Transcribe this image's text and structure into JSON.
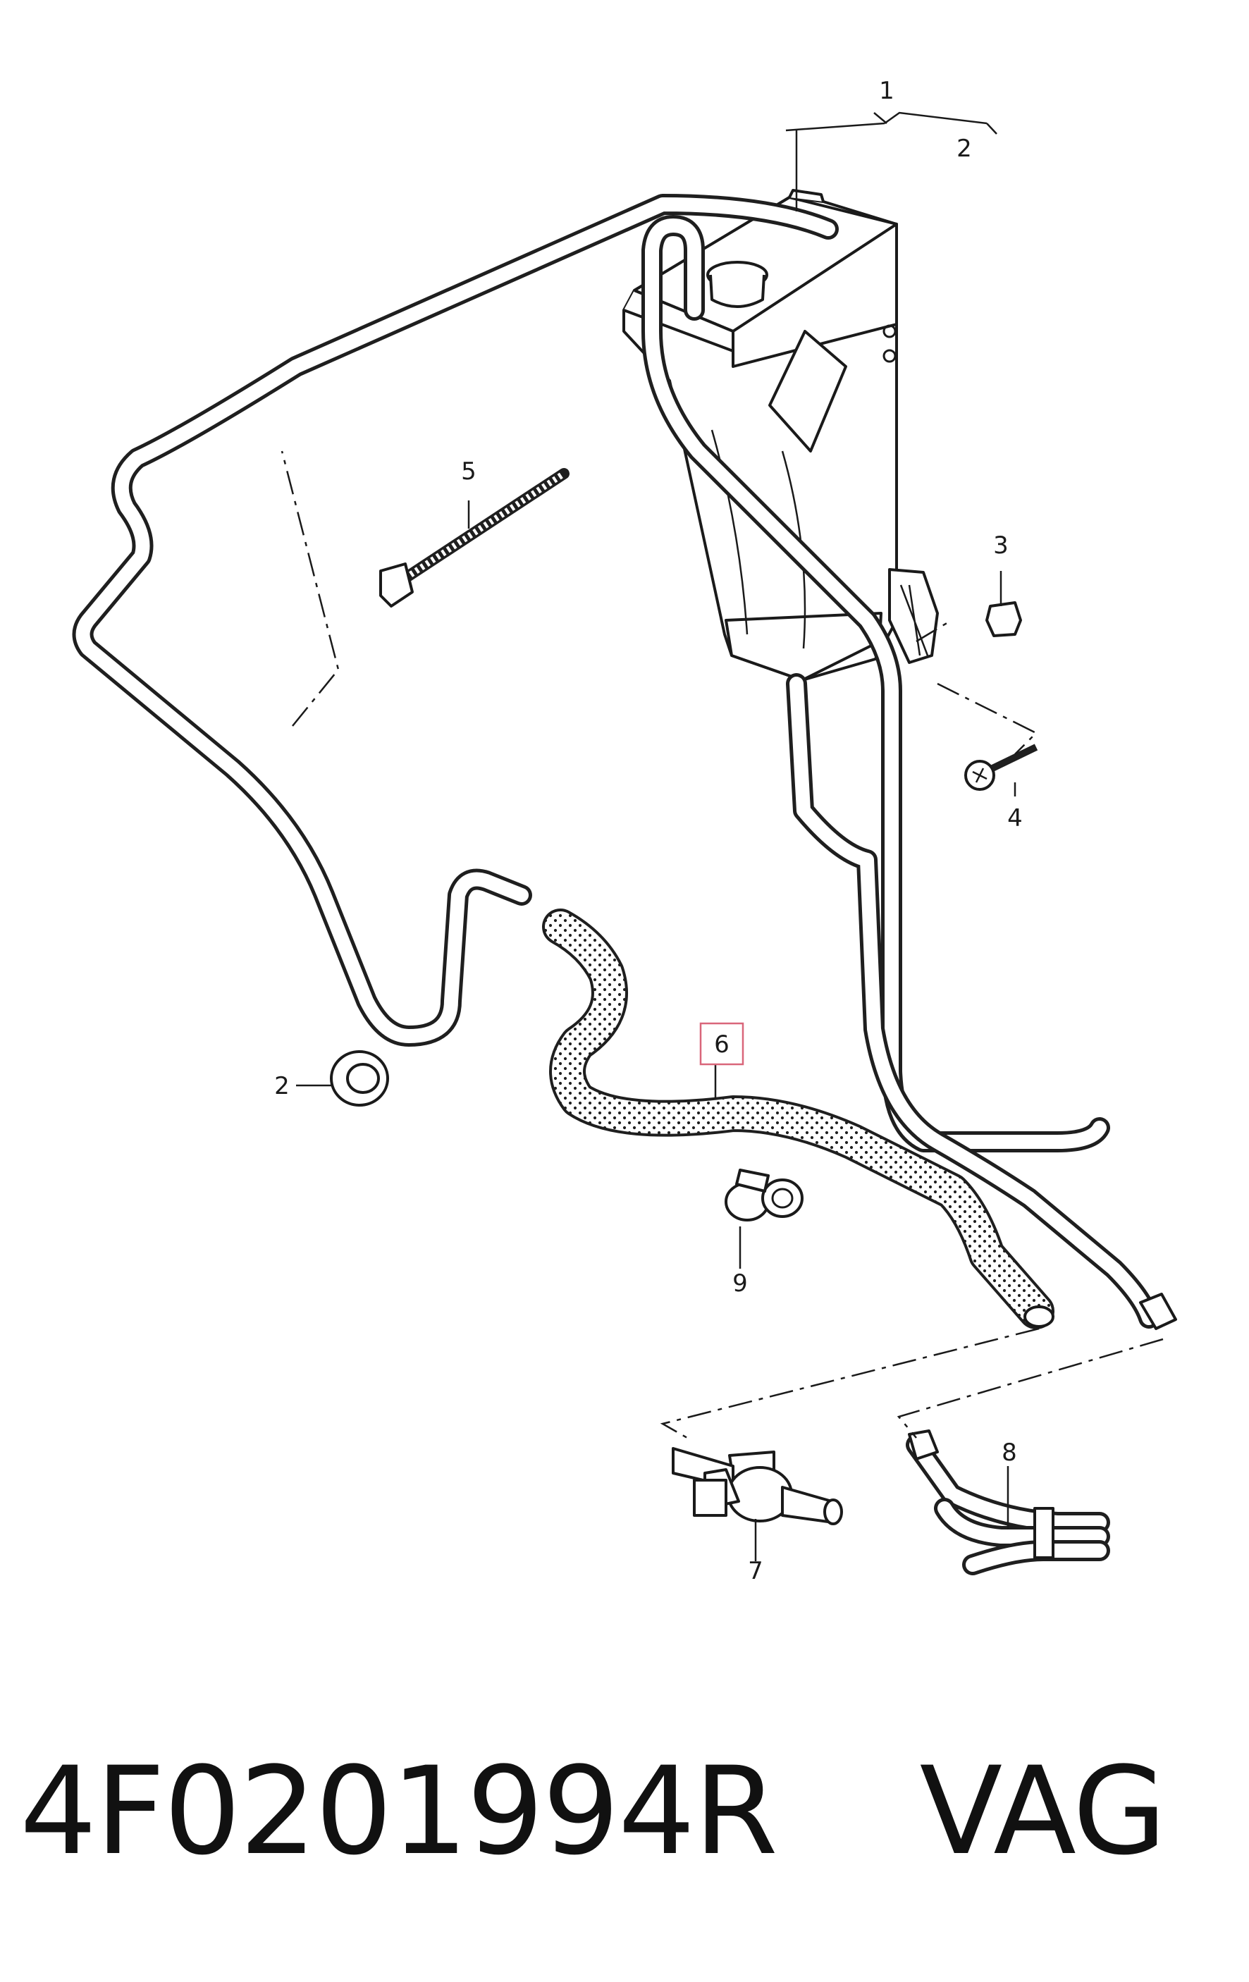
{
  "callouts": {
    "c1": "1",
    "c2_top": "2",
    "c3": "3",
    "c4": "4",
    "c5": "5",
    "c2_left": "2",
    "c6": "6",
    "c7": "7",
    "c8": "8",
    "c9": "9"
  },
  "highlight_color": "#d9667a",
  "footer": {
    "part_number": "4F0201994R",
    "brand": "VAG"
  }
}
